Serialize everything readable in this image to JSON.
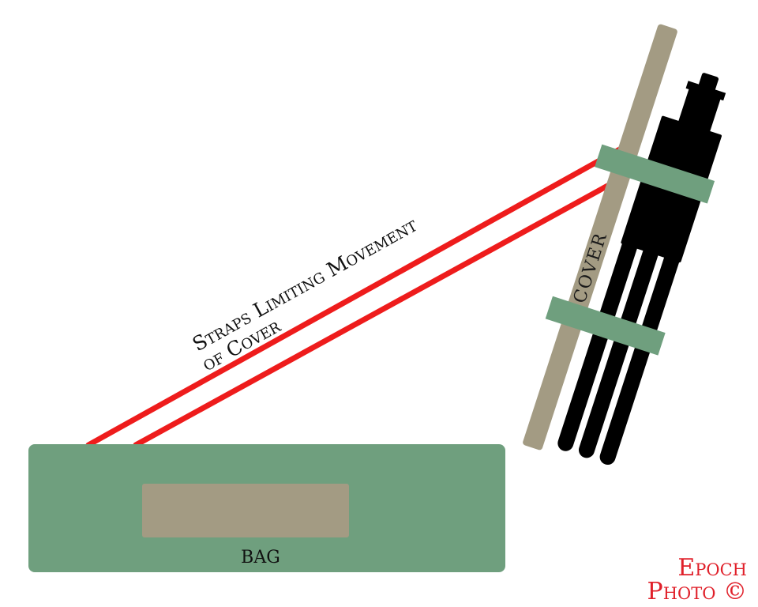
{
  "labels": {
    "straps_line1": "Straps Limiting Movement",
    "straps_line2": "of Cover",
    "cover": "COVER",
    "bag": "BAG"
  },
  "watermark": {
    "line1": "Epoch",
    "line2": "Photo ©"
  },
  "colors": {
    "bag": "#6f9f7e",
    "tan": "#a39b83",
    "strap": "#ee1c1c",
    "tripod": "#000000",
    "band": "#6f9f7e",
    "watermark": "#e0202a"
  }
}
